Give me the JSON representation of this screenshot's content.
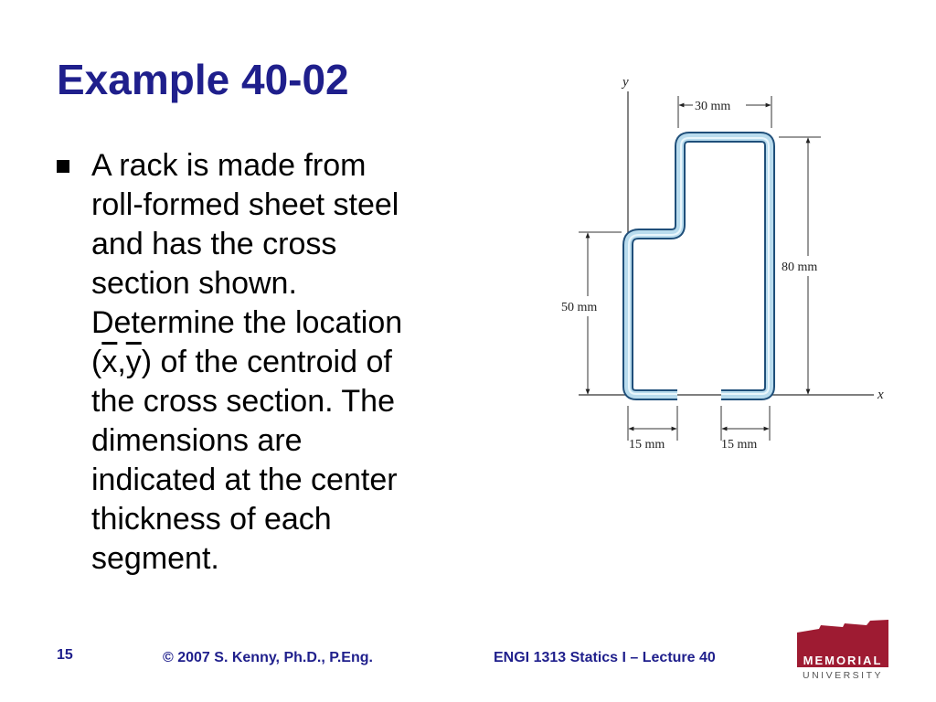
{
  "slide": {
    "title": "Example 40-02",
    "bullet_lines": [
      "A rack is made from",
      "roll-formed sheet steel",
      "and has the cross",
      "section shown.",
      "Determine the location",
      "the cross section. The",
      "dimensions are",
      "indicated at the center",
      "thickness of each",
      "segment."
    ],
    "centroid_line": {
      "open": "(",
      "x": "x",
      "comma": ",",
      "y": "y",
      "rest": ") of the centroid of"
    }
  },
  "figure": {
    "axis_y": "y",
    "axis_x": "x",
    "dim_top": "30 mm",
    "dim_right": "80 mm",
    "dim_left": "50 mm",
    "dim_bottom_left": "15 mm",
    "dim_bottom_right": "15 mm",
    "colors": {
      "section_fill": "#b9dcee",
      "section_edge": "#1f4f7a"
    }
  },
  "footer": {
    "page_number": "15",
    "copyright": "© 2007 S. Kenny, Ph.D., P.Eng.",
    "course": "ENGI 1313 Statics I – Lecture 40"
  },
  "logo": {
    "name_top": "MEMORIAL",
    "name_bottom": "UNIVERSITY",
    "color": "#9e1b32"
  }
}
